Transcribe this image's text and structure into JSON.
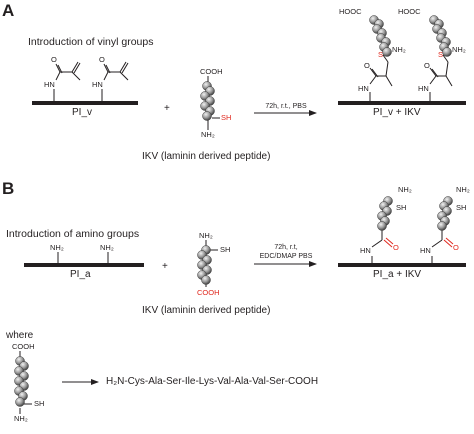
{
  "panel_a": {
    "label": "A",
    "intro": "Introduction of vinyl groups",
    "reactant_label": "PI_v",
    "plus": "+",
    "peptide_label": "IKV (laminin derived peptide)",
    "peptide_cooh": "COOH",
    "peptide_nh2": "NH₂",
    "peptide_sh": "SH",
    "amide_nh": "HN",
    "amide_o": "O",
    "conditions": "72h, r.t., PBS",
    "product_label": "PI_v + IKV",
    "product_hooc": "HOOC",
    "product_nh2": "NH₂",
    "product_s": "S",
    "product_o": "O",
    "product_hn": "HN"
  },
  "panel_b": {
    "label": "B",
    "intro": "Introduction of amino groups",
    "reactant_nh2": "NH₂",
    "reactant_label": "PI_a",
    "plus": "+",
    "peptide_label": "IKV (laminin derived peptide)",
    "peptide_nh2": "NH₂",
    "peptide_sh": "SH",
    "peptide_cooh": "COOH",
    "conditions_line1": "72h, r.t,",
    "conditions_line2": "EDC/DMAP PBS",
    "product_label": "PI_a + IKV",
    "product_nh2": "NH₂",
    "product_sh": "SH",
    "product_hn": "HN",
    "product_o": "O"
  },
  "legend": {
    "where": "where",
    "cooh": "COOH",
    "sh": "SH",
    "nh2": "NH₂",
    "sequence": "H₂N-Cys-Ala-Ser-Ile-Lys-Val-Ala-Val-Ser-COOH"
  },
  "colors": {
    "ink": "#231f20",
    "accent_red": "#e0281e",
    "bead_light": "#f2f2f2",
    "bead_dark": "#3a3a3a"
  }
}
